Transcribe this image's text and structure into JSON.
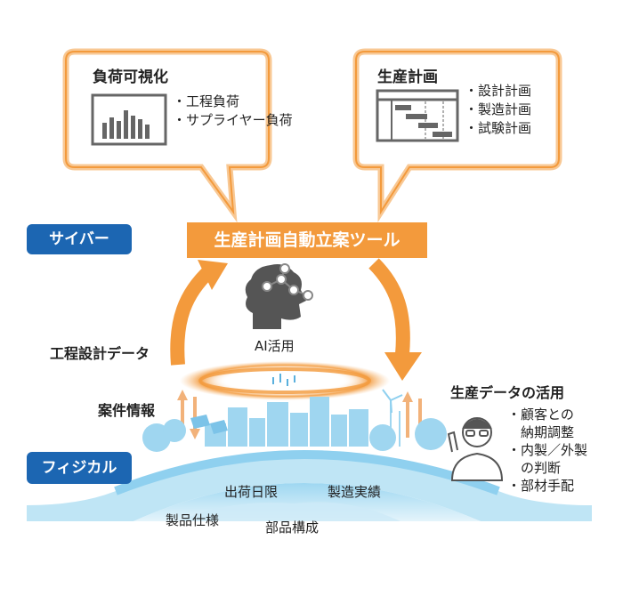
{
  "callouts": {
    "load": {
      "title": "負荷可視化",
      "items": [
        "工程負荷",
        "サプライヤー負荷"
      ]
    },
    "plan": {
      "title": "生産計画",
      "items": [
        "設計計画",
        "製造計画",
        "試験計画"
      ]
    }
  },
  "labels": {
    "cyber": "サイバー",
    "physical": "フィジカル",
    "tool": "生産計画自動立案ツール",
    "ai": "AI活用",
    "process_data": "工程設計データ",
    "case_info": "案件情報",
    "utilization_title": "生産データの活用"
  },
  "utilization_items": [
    "顧客との",
    "納期調整",
    "内製／外製",
    "の判断",
    "部材手配"
  ],
  "ground_labels": {
    "due_date": "出荷日限",
    "results": "製造実績",
    "spec": "製品仕様",
    "parts": "部品構成"
  },
  "colors": {
    "orange": "#f39a3c",
    "blue": "#1c66b2",
    "sky": "#8fd0ef",
    "ground": "#bfe5f5"
  }
}
